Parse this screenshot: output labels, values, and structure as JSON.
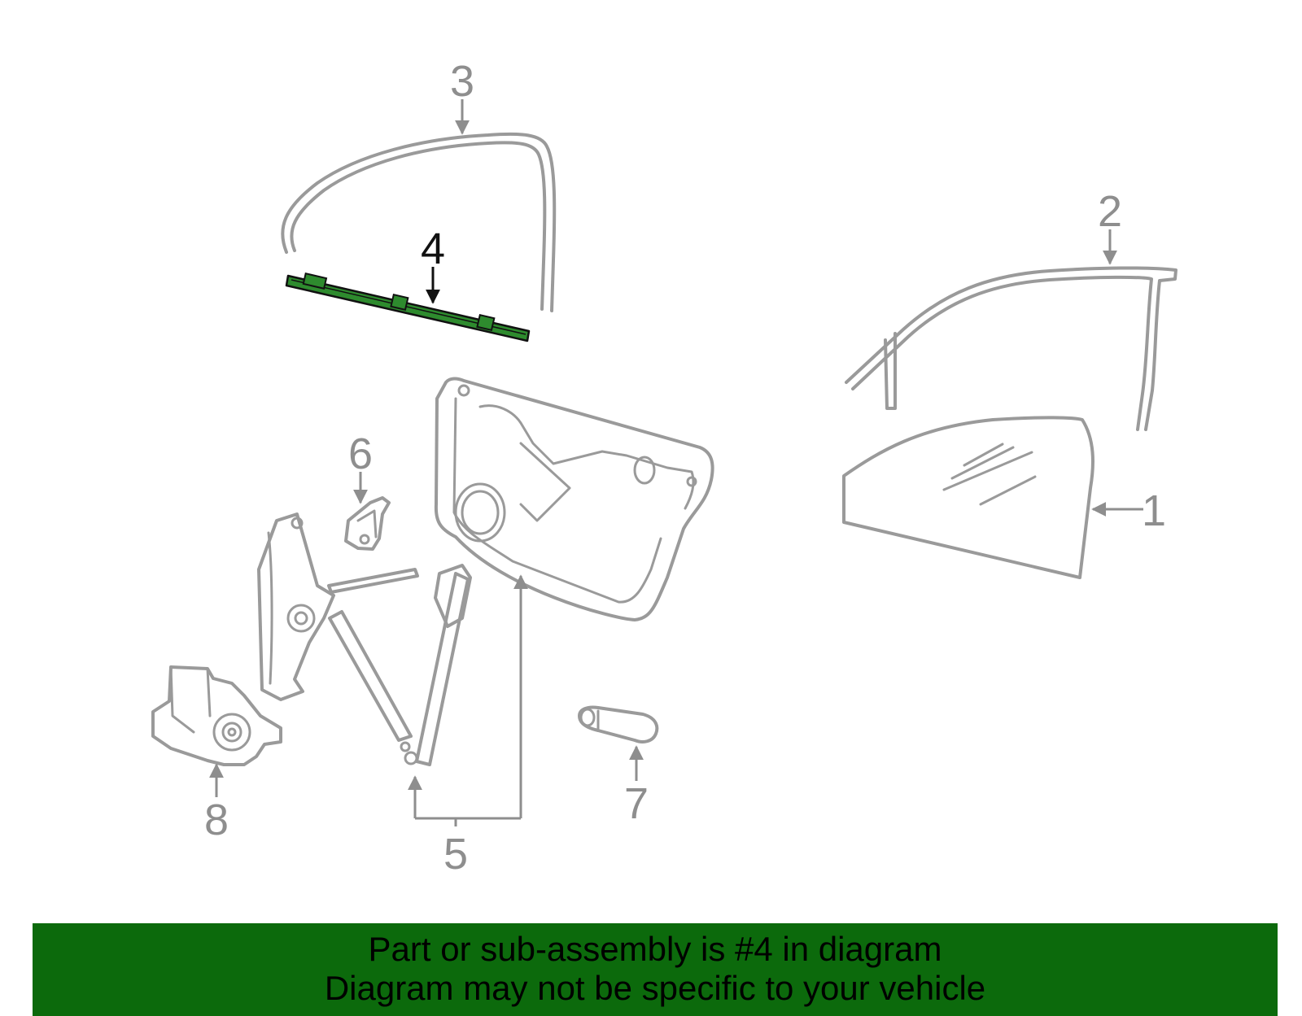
{
  "colors": {
    "part_stroke": "#9a9a9a",
    "highlight_fill": "#2e8b2e",
    "highlight_stroke": "#111111",
    "banner_background": "#0c6a0c",
    "banner_text": "#000000"
  },
  "highlighted_part": "4",
  "callouts": [
    {
      "label": "1"
    },
    {
      "label": "2"
    },
    {
      "label": "3"
    },
    {
      "label": "4"
    },
    {
      "label": "5"
    },
    {
      "label": "6"
    },
    {
      "label": "7"
    },
    {
      "label": "8"
    }
  ],
  "banner": {
    "line1": "Part or sub-assembly is #4 in diagram",
    "line2": "Diagram may not be specific to your vehicle"
  }
}
